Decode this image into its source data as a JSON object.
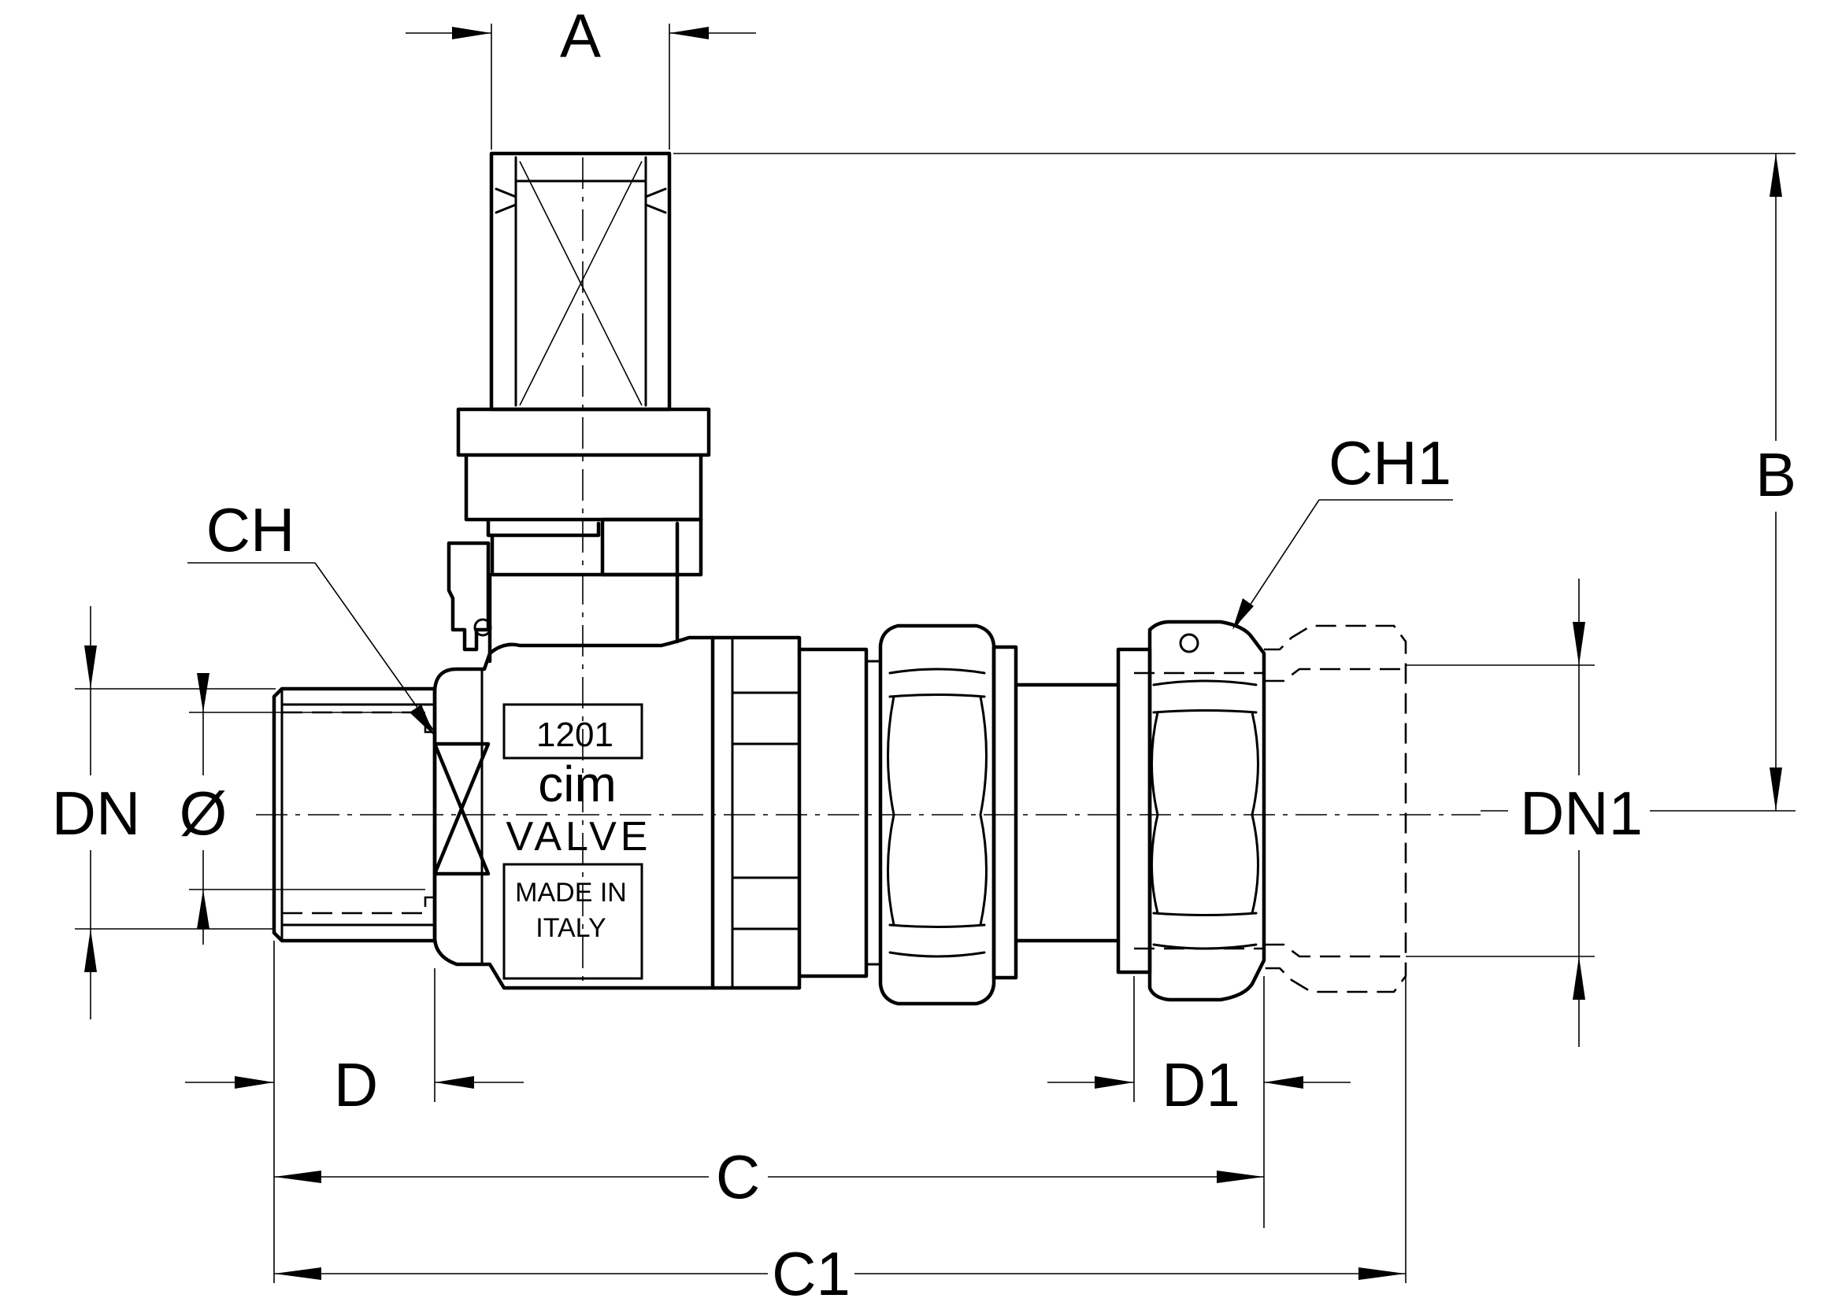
{
  "dimensions": {
    "A": "A",
    "B": "B",
    "C": "C",
    "C1": "C1",
    "D": "D",
    "D1": "D1",
    "DN": "DN",
    "DN1": "DN1",
    "diameter": "Ø",
    "CH": "CH",
    "CH1": "CH1"
  },
  "body_markings": {
    "model": "1201",
    "brand": "cim",
    "brand_sub": "VALVE",
    "origin_line1": "MADE IN",
    "origin_line2": "ITALY"
  }
}
